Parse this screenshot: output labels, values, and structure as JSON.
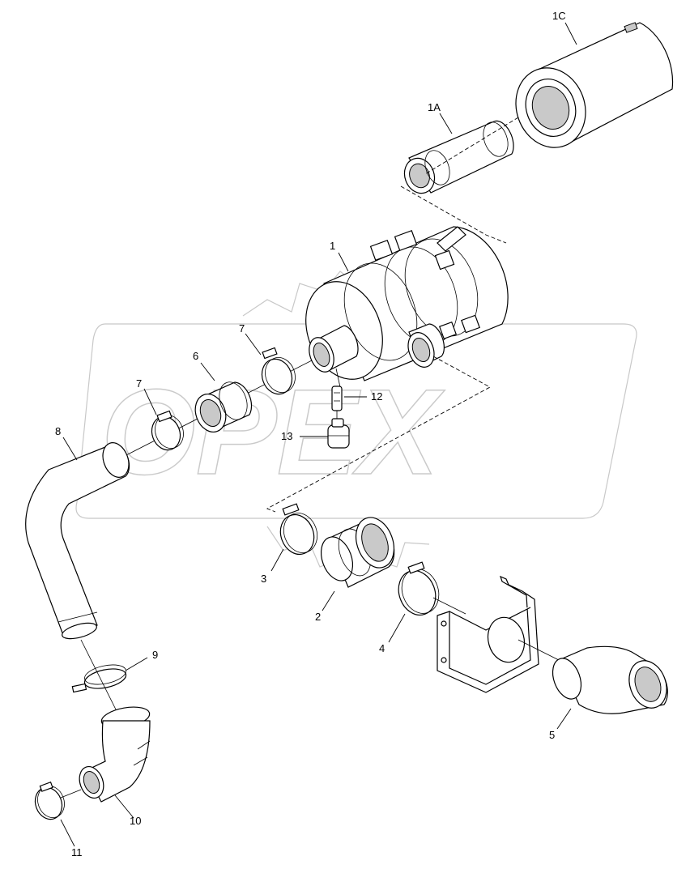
{
  "watermark": {
    "text": "OPEX"
  },
  "callouts": [
    {
      "id": "1C",
      "label": "1C"
    },
    {
      "id": "1A",
      "label": "1A"
    },
    {
      "id": "1",
      "label": "1"
    },
    {
      "id": "7a",
      "label": "7"
    },
    {
      "id": "6",
      "label": "6"
    },
    {
      "id": "7b",
      "label": "7"
    },
    {
      "id": "8",
      "label": "8"
    },
    {
      "id": "12",
      "label": "12"
    },
    {
      "id": "13",
      "label": "13"
    },
    {
      "id": "3",
      "label": "3"
    },
    {
      "id": "2",
      "label": "2"
    },
    {
      "id": "4",
      "label": "4"
    },
    {
      "id": "5",
      "label": "5"
    },
    {
      "id": "9",
      "label": "9"
    },
    {
      "id": "10",
      "label": "10"
    },
    {
      "id": "11",
      "label": "11"
    }
  ]
}
